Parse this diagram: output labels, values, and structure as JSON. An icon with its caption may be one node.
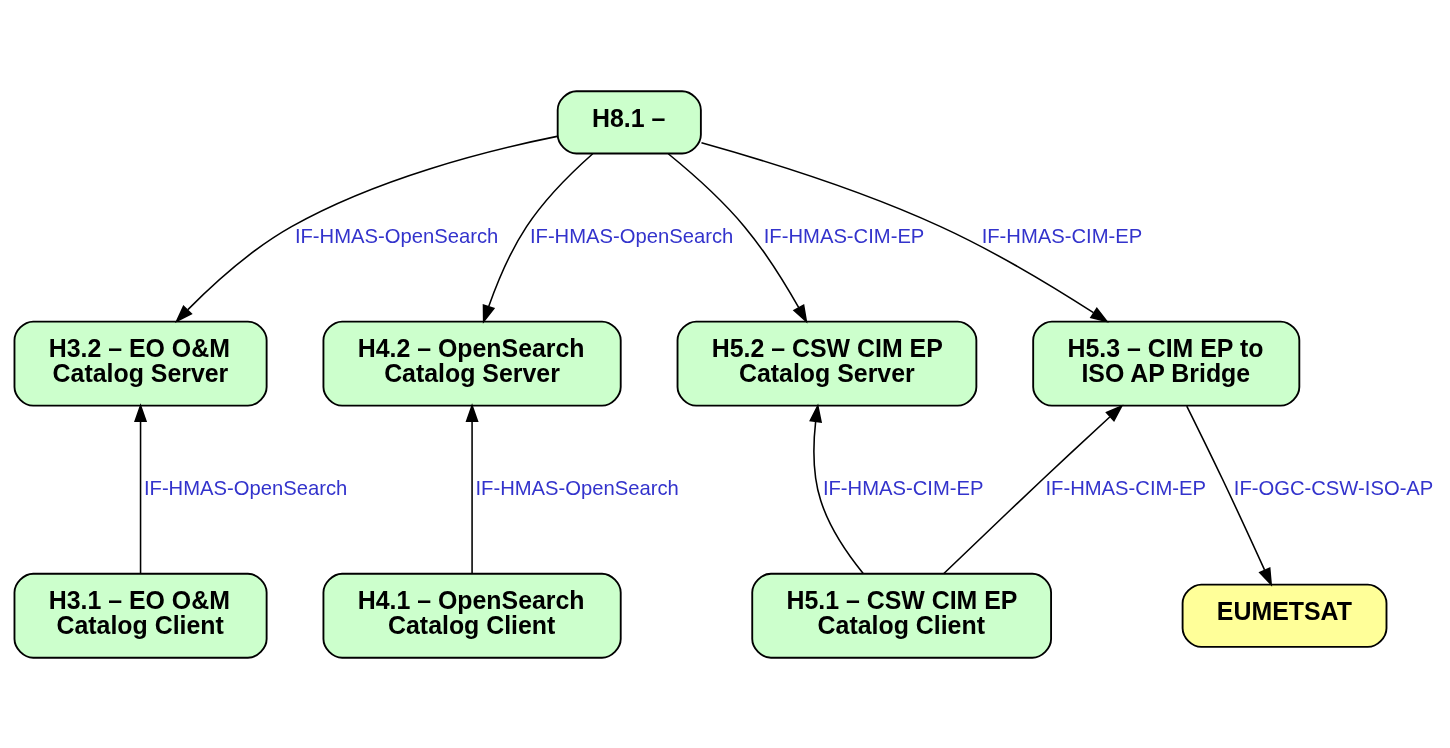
{
  "diagram": {
    "nodes": [
      {
        "text": [
          "H8.1 –"
        ]
      },
      {
        "text": [
          "H3.2 – EO O&M Catalog Server"
        ]
      },
      {
        "text": [
          "H4.2 – OpenSearch Catalog Server"
        ]
      },
      {
        "text": [
          "H5.2 – CSW CIM EP Catalog Server"
        ]
      },
      {
        "text": [
          "H5.3 – CIM EP to ISO AP Bridge"
        ]
      },
      {
        "text": [
          "H3.1 – EO O&M Catalog Client"
        ]
      },
      {
        "text": [
          "H4.1 – OpenSearch Catalog Client"
        ]
      },
      {
        "text": [
          "H5.1 – CSW CIM EP Catalog Client"
        ]
      },
      {
        "text": [
          "EUMETSAT"
        ]
      }
    ],
    "edges": [
      {
        "from": 0,
        "to": 1,
        "arrow": "to",
        "label": "IF-HMAS-OpenSearch"
      },
      {
        "from": 0,
        "to": 2,
        "arrow": "to",
        "label": "IF-HMAS-OpenSearch"
      },
      {
        "from": 0,
        "to": 3,
        "arrow": "to",
        "label": "IF-HMAS-CIM-EP"
      },
      {
        "from": 0,
        "to": 4,
        "arrow": "to",
        "label": "IF-HMAS-CIM-EP"
      },
      {
        "from": 5,
        "to": 1,
        "arrow": "to",
        "label": "IF-HMAS-OpenSearch"
      },
      {
        "from": 6,
        "to": 2,
        "arrow": "to",
        "label": "IF-HMAS-OpenSearch"
      },
      {
        "from": 7,
        "to": 3,
        "arrow": "to",
        "label": "IF-HMAS-CIM-EP"
      },
      {
        "from": 7,
        "to": 4,
        "arrow": "to",
        "label": "IF-HMAS-CIM-EP"
      },
      {
        "from": 4,
        "to": 8,
        "arrow": "to",
        "label": "IF-OGC-CSW-ISO-AP"
      }
    ]
  }
}
